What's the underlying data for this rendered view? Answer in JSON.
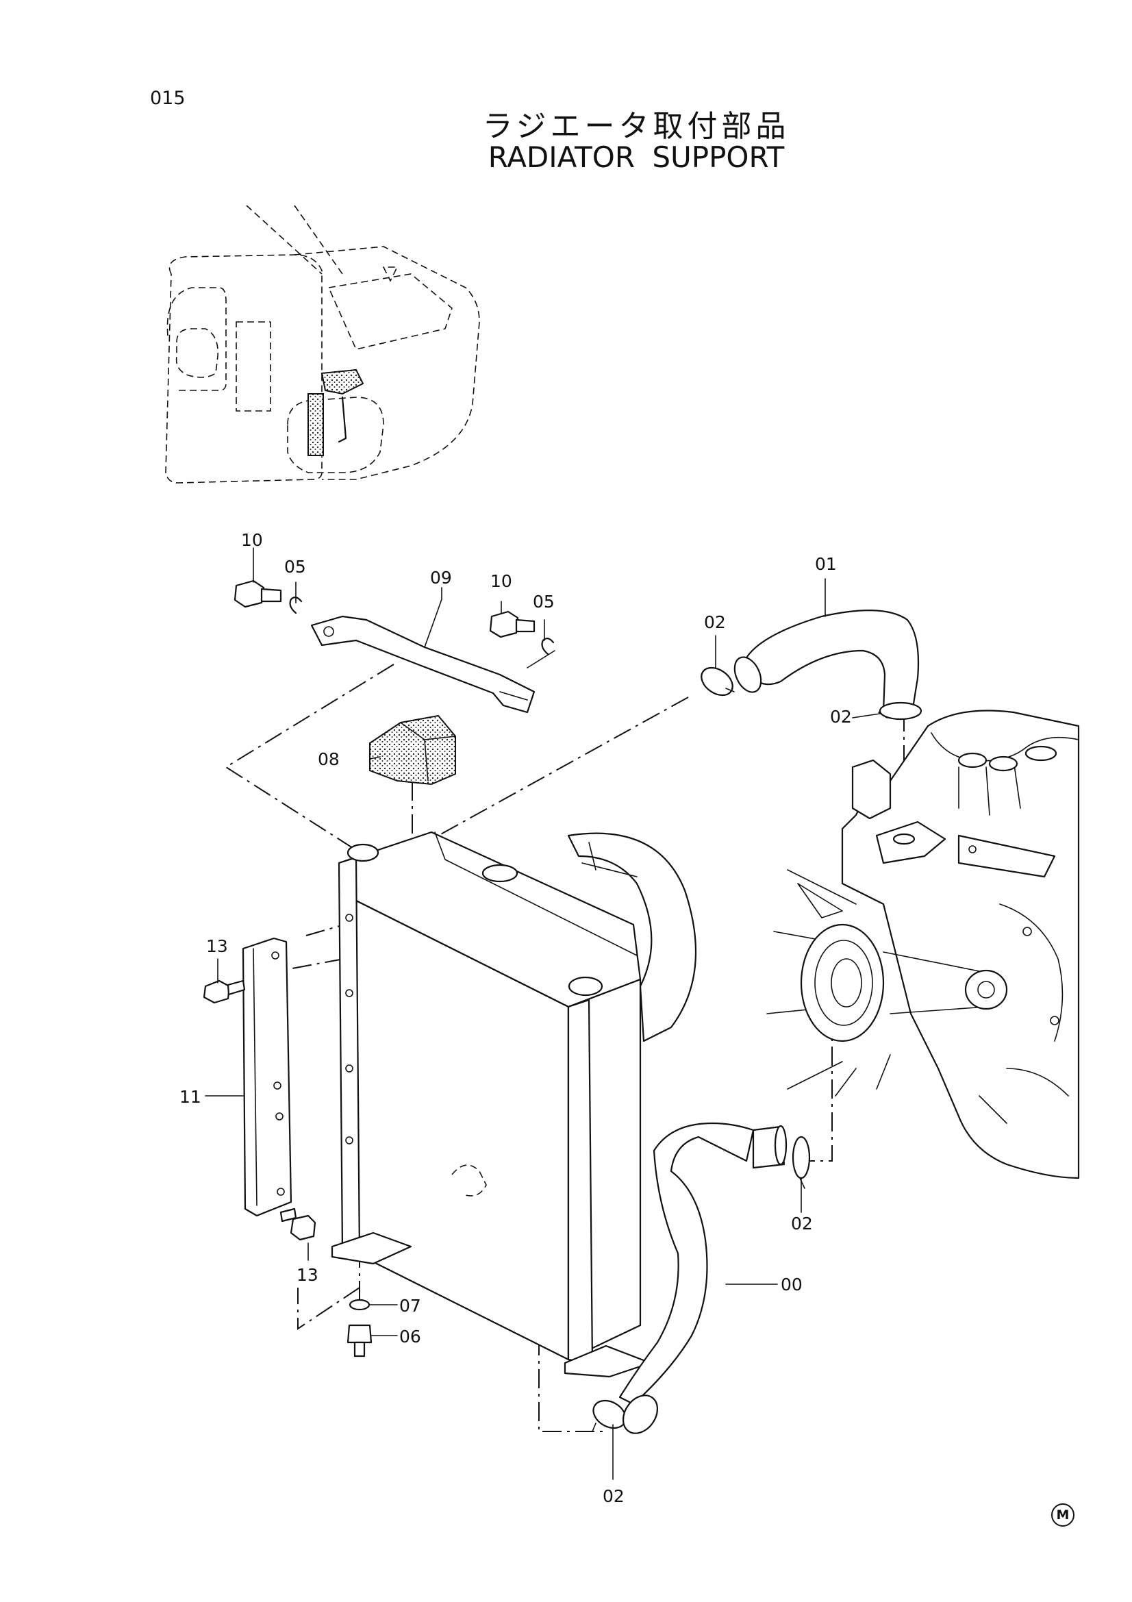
{
  "page_number": "015",
  "title_jp": "ラジエータ取付部品",
  "title_en": "RADIATOR SUPPORT",
  "mark": "M",
  "callouts": {
    "c00": "00",
    "c01": "01",
    "c02a": "02",
    "c02b": "02",
    "c02c": "02",
    "c02d": "02",
    "c05a": "05",
    "c05b": "05",
    "c06": "06",
    "c07": "07",
    "c08": "08",
    "c09": "09",
    "c10a": "10",
    "c10b": "10",
    "c11": "11",
    "c13a": "13",
    "c13b": "13"
  }
}
